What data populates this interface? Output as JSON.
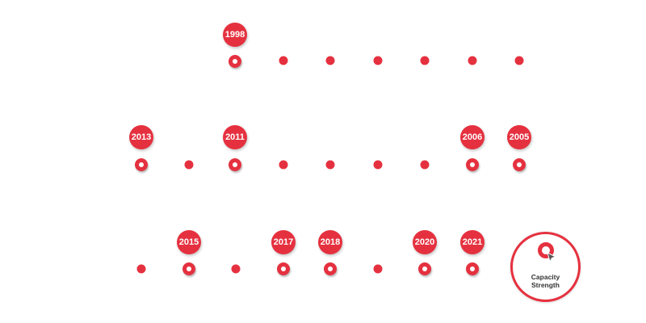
{
  "timeline": {
    "row1": [
      "1998"
    ],
    "row2": [
      "2013",
      "2011",
      "2006",
      "2005"
    ],
    "row3": [
      "2015",
      "2017",
      "2018",
      "2020",
      "2021"
    ]
  },
  "logo": {
    "line1": "Capacity",
    "line2": "Strength"
  },
  "colors": {
    "accent": "#e5313f",
    "text_dark": "#333333",
    "background": "#ffffff"
  }
}
